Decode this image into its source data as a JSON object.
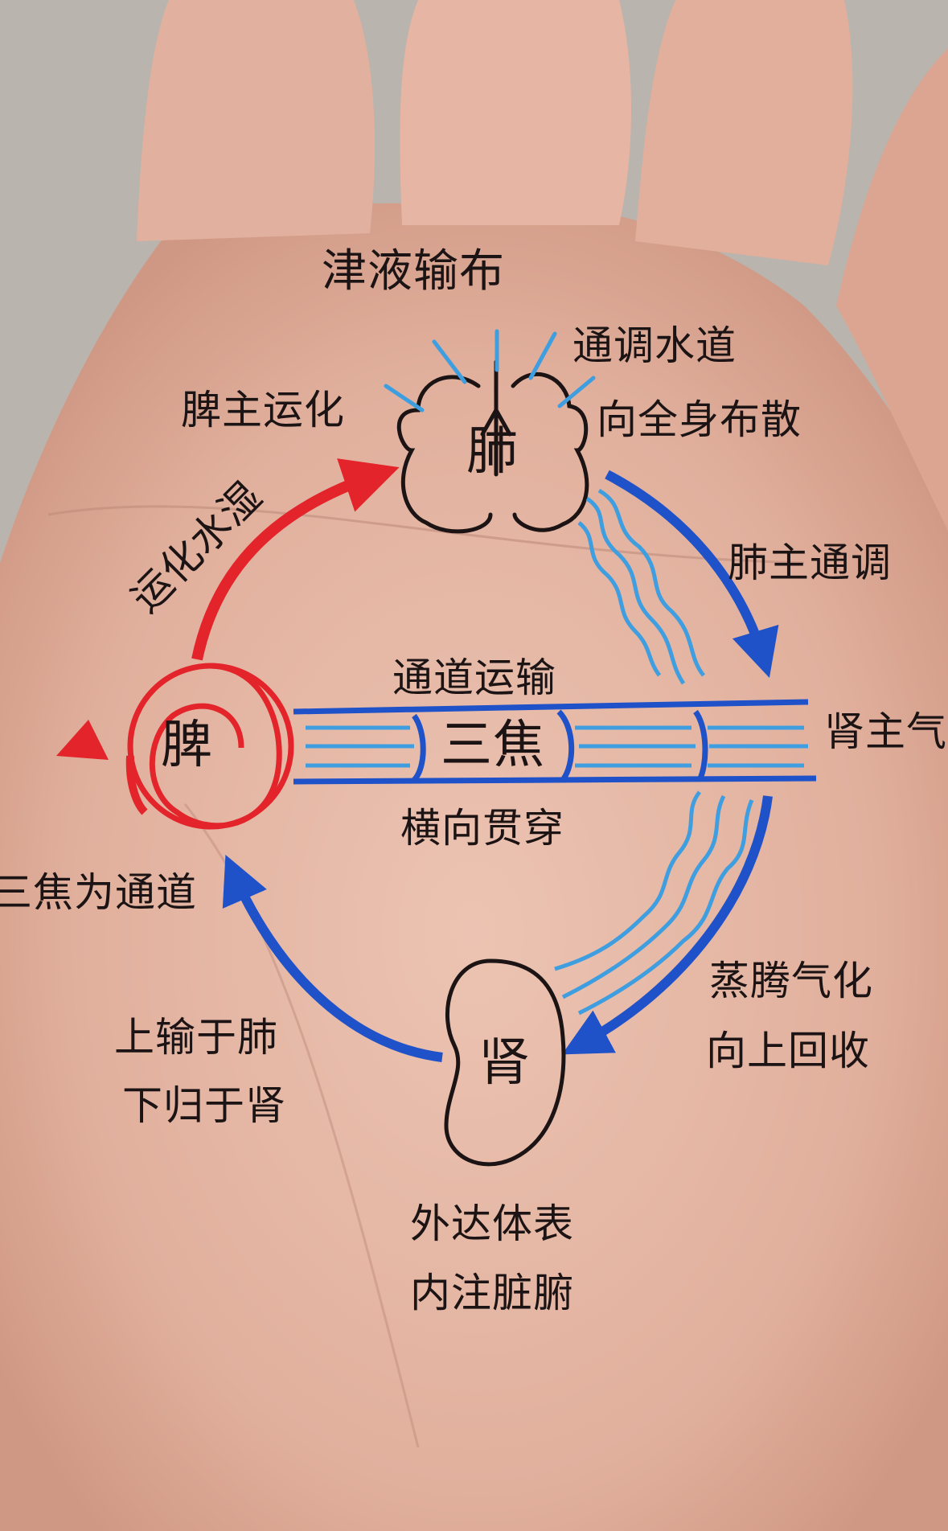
{
  "title": "津液输布",
  "organs": {
    "lung": "肺",
    "spleen": "脾",
    "kidney": "肾",
    "sanjiao": "三焦"
  },
  "lung_notes": {
    "line1": "通调水道",
    "line2": "向全身布散",
    "role": "肺主通调"
  },
  "spleen_notes": {
    "role": "脾主运化",
    "action": "运化水湿",
    "passage": "三焦为通道"
  },
  "sanjiao_notes": {
    "top": "通道运输",
    "bottom": "横向贯穿"
  },
  "kidney_notes": {
    "role": "肾主气",
    "steam_1": "蒸腾气化",
    "steam_2": "向上回收",
    "up_1": "上输于肺",
    "up_2": "下归于肾",
    "out_1": "外达体表",
    "out_2": "内注脏腑"
  },
  "colors": {
    "skin": "#e6b8a6",
    "ink": "#1c1414",
    "blue": "#1f52c9",
    "light_blue": "#3f9ee0",
    "red": "#e3242b"
  }
}
